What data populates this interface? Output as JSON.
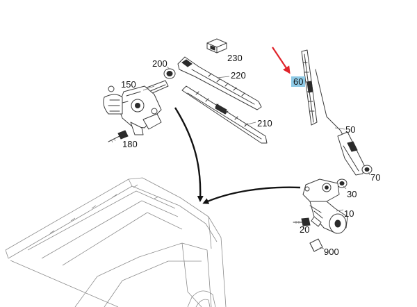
{
  "labels": {
    "p10": "10",
    "p20": "20",
    "p30": "30",
    "p50": "50",
    "p60": "60",
    "p70": "70",
    "p150": "150",
    "p180": "180",
    "p200": "200",
    "p210": "210",
    "p220": "220",
    "p230": "230",
    "p900": "900"
  },
  "colors": {
    "highlight": "#8ecae6",
    "pointer_arrow": "#e0242b",
    "linework": "#3a3a3a",
    "flow_arrow": "#111111"
  }
}
